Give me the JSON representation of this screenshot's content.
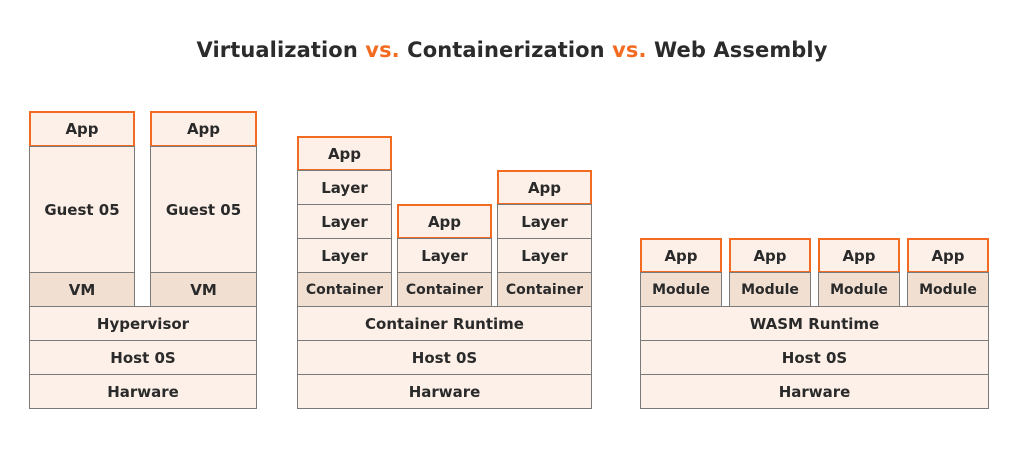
{
  "title": {
    "part1": "Virtualization ",
    "vs1": "vs.",
    "part2": " Containerization ",
    "vs2": "vs.",
    "part3": " Web Assembly"
  },
  "virtualization": {
    "vm1": {
      "app": "App",
      "guest_os": "Guest 05",
      "vm": "VM"
    },
    "vm2": {
      "app": "App",
      "guest_os": "Guest 05",
      "vm": "VM"
    },
    "hypervisor": "Hypervisor",
    "host_os": "Host 0S",
    "hardware": "Harware"
  },
  "containerization": {
    "stack1": [
      "App",
      "Layer",
      "Layer",
      "Layer",
      "Container"
    ],
    "stack2": [
      "App",
      "Layer",
      "Container"
    ],
    "stack3": [
      "App",
      "Layer",
      "Layer",
      "Container"
    ],
    "runtime": "Container Runtime",
    "host_os": "Host 0S",
    "hardware": "Harware"
  },
  "wasm": {
    "modules": [
      {
        "app": "App",
        "module": "Module"
      },
      {
        "app": "App",
        "module": "Module"
      },
      {
        "app": "App",
        "module": "Module"
      },
      {
        "app": "App",
        "module": "Module"
      }
    ],
    "runtime": "WASM Runtime",
    "host_os": "Host 0S",
    "hardware": "Harware"
  },
  "colors": {
    "accent": "#f36b21",
    "box_fill": "#fdf0e8",
    "vm_fill": "#f1dfd2",
    "border": "#7a7a7a"
  }
}
